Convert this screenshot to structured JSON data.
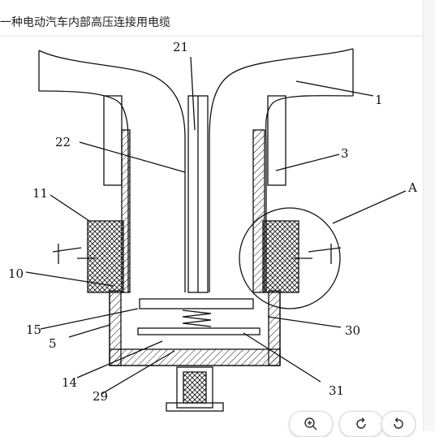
{
  "title": "一种电动汽车内部高压连接用电缆",
  "labels": {
    "l1": "1",
    "l3": "3",
    "l21": "21",
    "l22": "22",
    "l11": "11",
    "lA": "A",
    "l10": "10",
    "l15": "15",
    "l5": "5",
    "l30": "30",
    "l14": "14",
    "l29": "29",
    "l31": "31"
  },
  "toolbar": {
    "zoom_in_icon": "zoom-in-icon",
    "rotate_right_icon": "rotate-right-icon",
    "rotate_left_icon": "rotate-left-icon"
  }
}
